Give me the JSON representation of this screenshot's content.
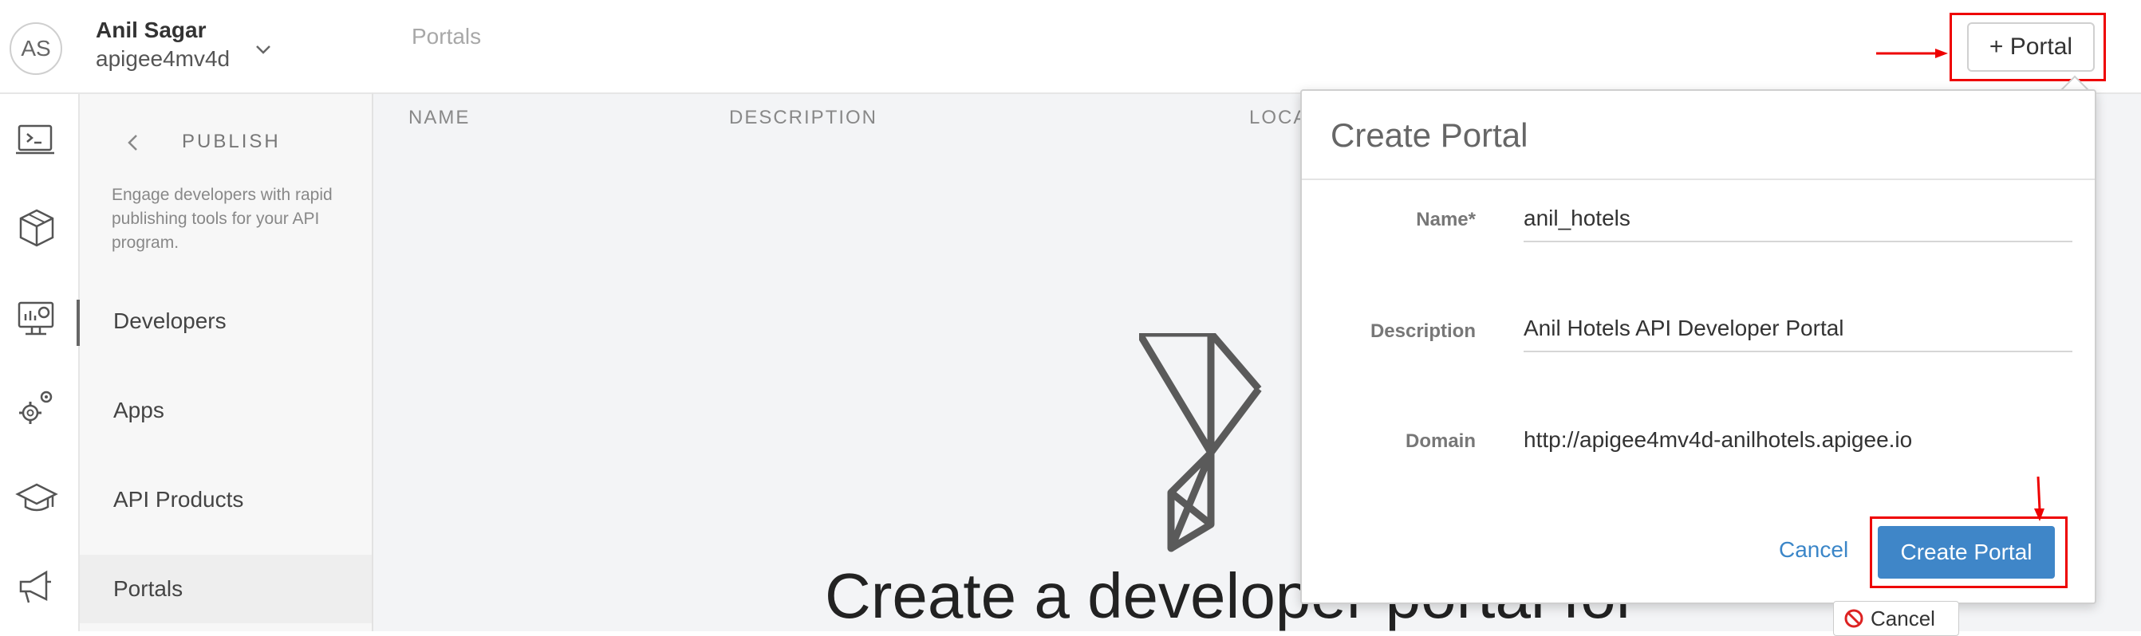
{
  "header": {
    "avatar_initials": "AS",
    "user_name": "Anil Sagar",
    "org_name": "apigee4mv4d",
    "breadcrumb": "Portals",
    "add_portal_label": "+ Portal"
  },
  "rail": {
    "icons": [
      "terminal-icon",
      "package-icon",
      "analytics-monitor-icon",
      "gears-icon",
      "graduation-cap-icon",
      "megaphone-icon"
    ],
    "active_icon": "package-icon"
  },
  "subnav": {
    "back_icon": "chevron-left-icon",
    "section_title": "PUBLISH",
    "description": "Engage developers with rapid publishing tools for your API program.",
    "items": [
      {
        "label": "Developers"
      },
      {
        "label": "Apps"
      },
      {
        "label": "API Products"
      },
      {
        "label": "Portals"
      }
    ],
    "active_item": "Portals"
  },
  "main": {
    "columns": [
      "NAME",
      "DESCRIPTION",
      "LOCA"
    ],
    "empty_title": "Create a developer portal for"
  },
  "popup": {
    "title": "Create Portal",
    "name_label": "Name*",
    "name_value": "anil_hotels",
    "description_label": "Description",
    "description_value": "Anil Hotels API Developer Portal",
    "domain_label": "Domain",
    "domain_value": "http://apigee4mv4d-anilhotels.apigee.io",
    "cancel_label": "Cancel",
    "create_label": "Create Portal"
  },
  "overlay": {
    "cancel_chip_label": "Cancel",
    "cancel_chip_icon": "no-entry-icon"
  },
  "colors": {
    "accent": "#3f86c8",
    "highlight": "#e00000"
  }
}
